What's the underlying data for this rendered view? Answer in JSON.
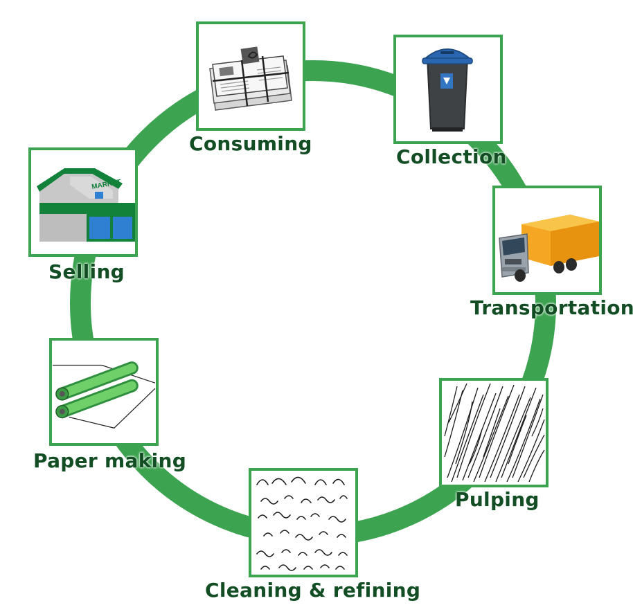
{
  "diagram": {
    "ring_color": "#3ca350",
    "label_color": "#124d24",
    "stages": [
      {
        "label": "Consuming",
        "icon": "newspaper-stack-icon"
      },
      {
        "label": "Collection",
        "icon": "recycling-bin-icon"
      },
      {
        "label": "Transportation",
        "icon": "truck-icon"
      },
      {
        "label": "Pulping",
        "icon": "pulp-fibers-icon"
      },
      {
        "label": "Cleaning & refining",
        "icon": "refined-fibers-icon"
      },
      {
        "label": "Paper making",
        "icon": "paper-rollers-icon"
      },
      {
        "label": "Selling",
        "icon": "market-store-icon"
      }
    ]
  }
}
